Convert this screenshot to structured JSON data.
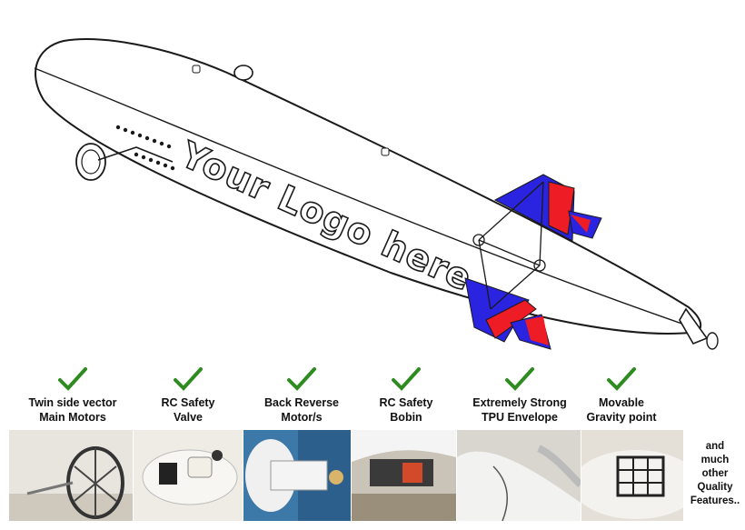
{
  "logo_text": "Your Logo here",
  "colors": {
    "fin_blue": "#2a24e0",
    "fin_red": "#ee1c24",
    "check_green": "#2e8b1f",
    "outline": "#1a1a1a"
  },
  "features": [
    {
      "label": "Twin side vector\nMain Motors",
      "icon": "check-icon"
    },
    {
      "label": "RC Safety\nValve",
      "icon": "check-icon"
    },
    {
      "label": "Back Reverse\nMotor/s",
      "icon": "check-icon"
    },
    {
      "label": "RC Safety\nBobin",
      "icon": "check-icon"
    },
    {
      "label": "Extremely Strong\nTPU Envelope",
      "icon": "check-icon"
    },
    {
      "label": "Movable\nGravity point",
      "icon": "check-icon"
    }
  ],
  "more_text": "and\nmuch\nother\nQuality\nFeatures.."
}
